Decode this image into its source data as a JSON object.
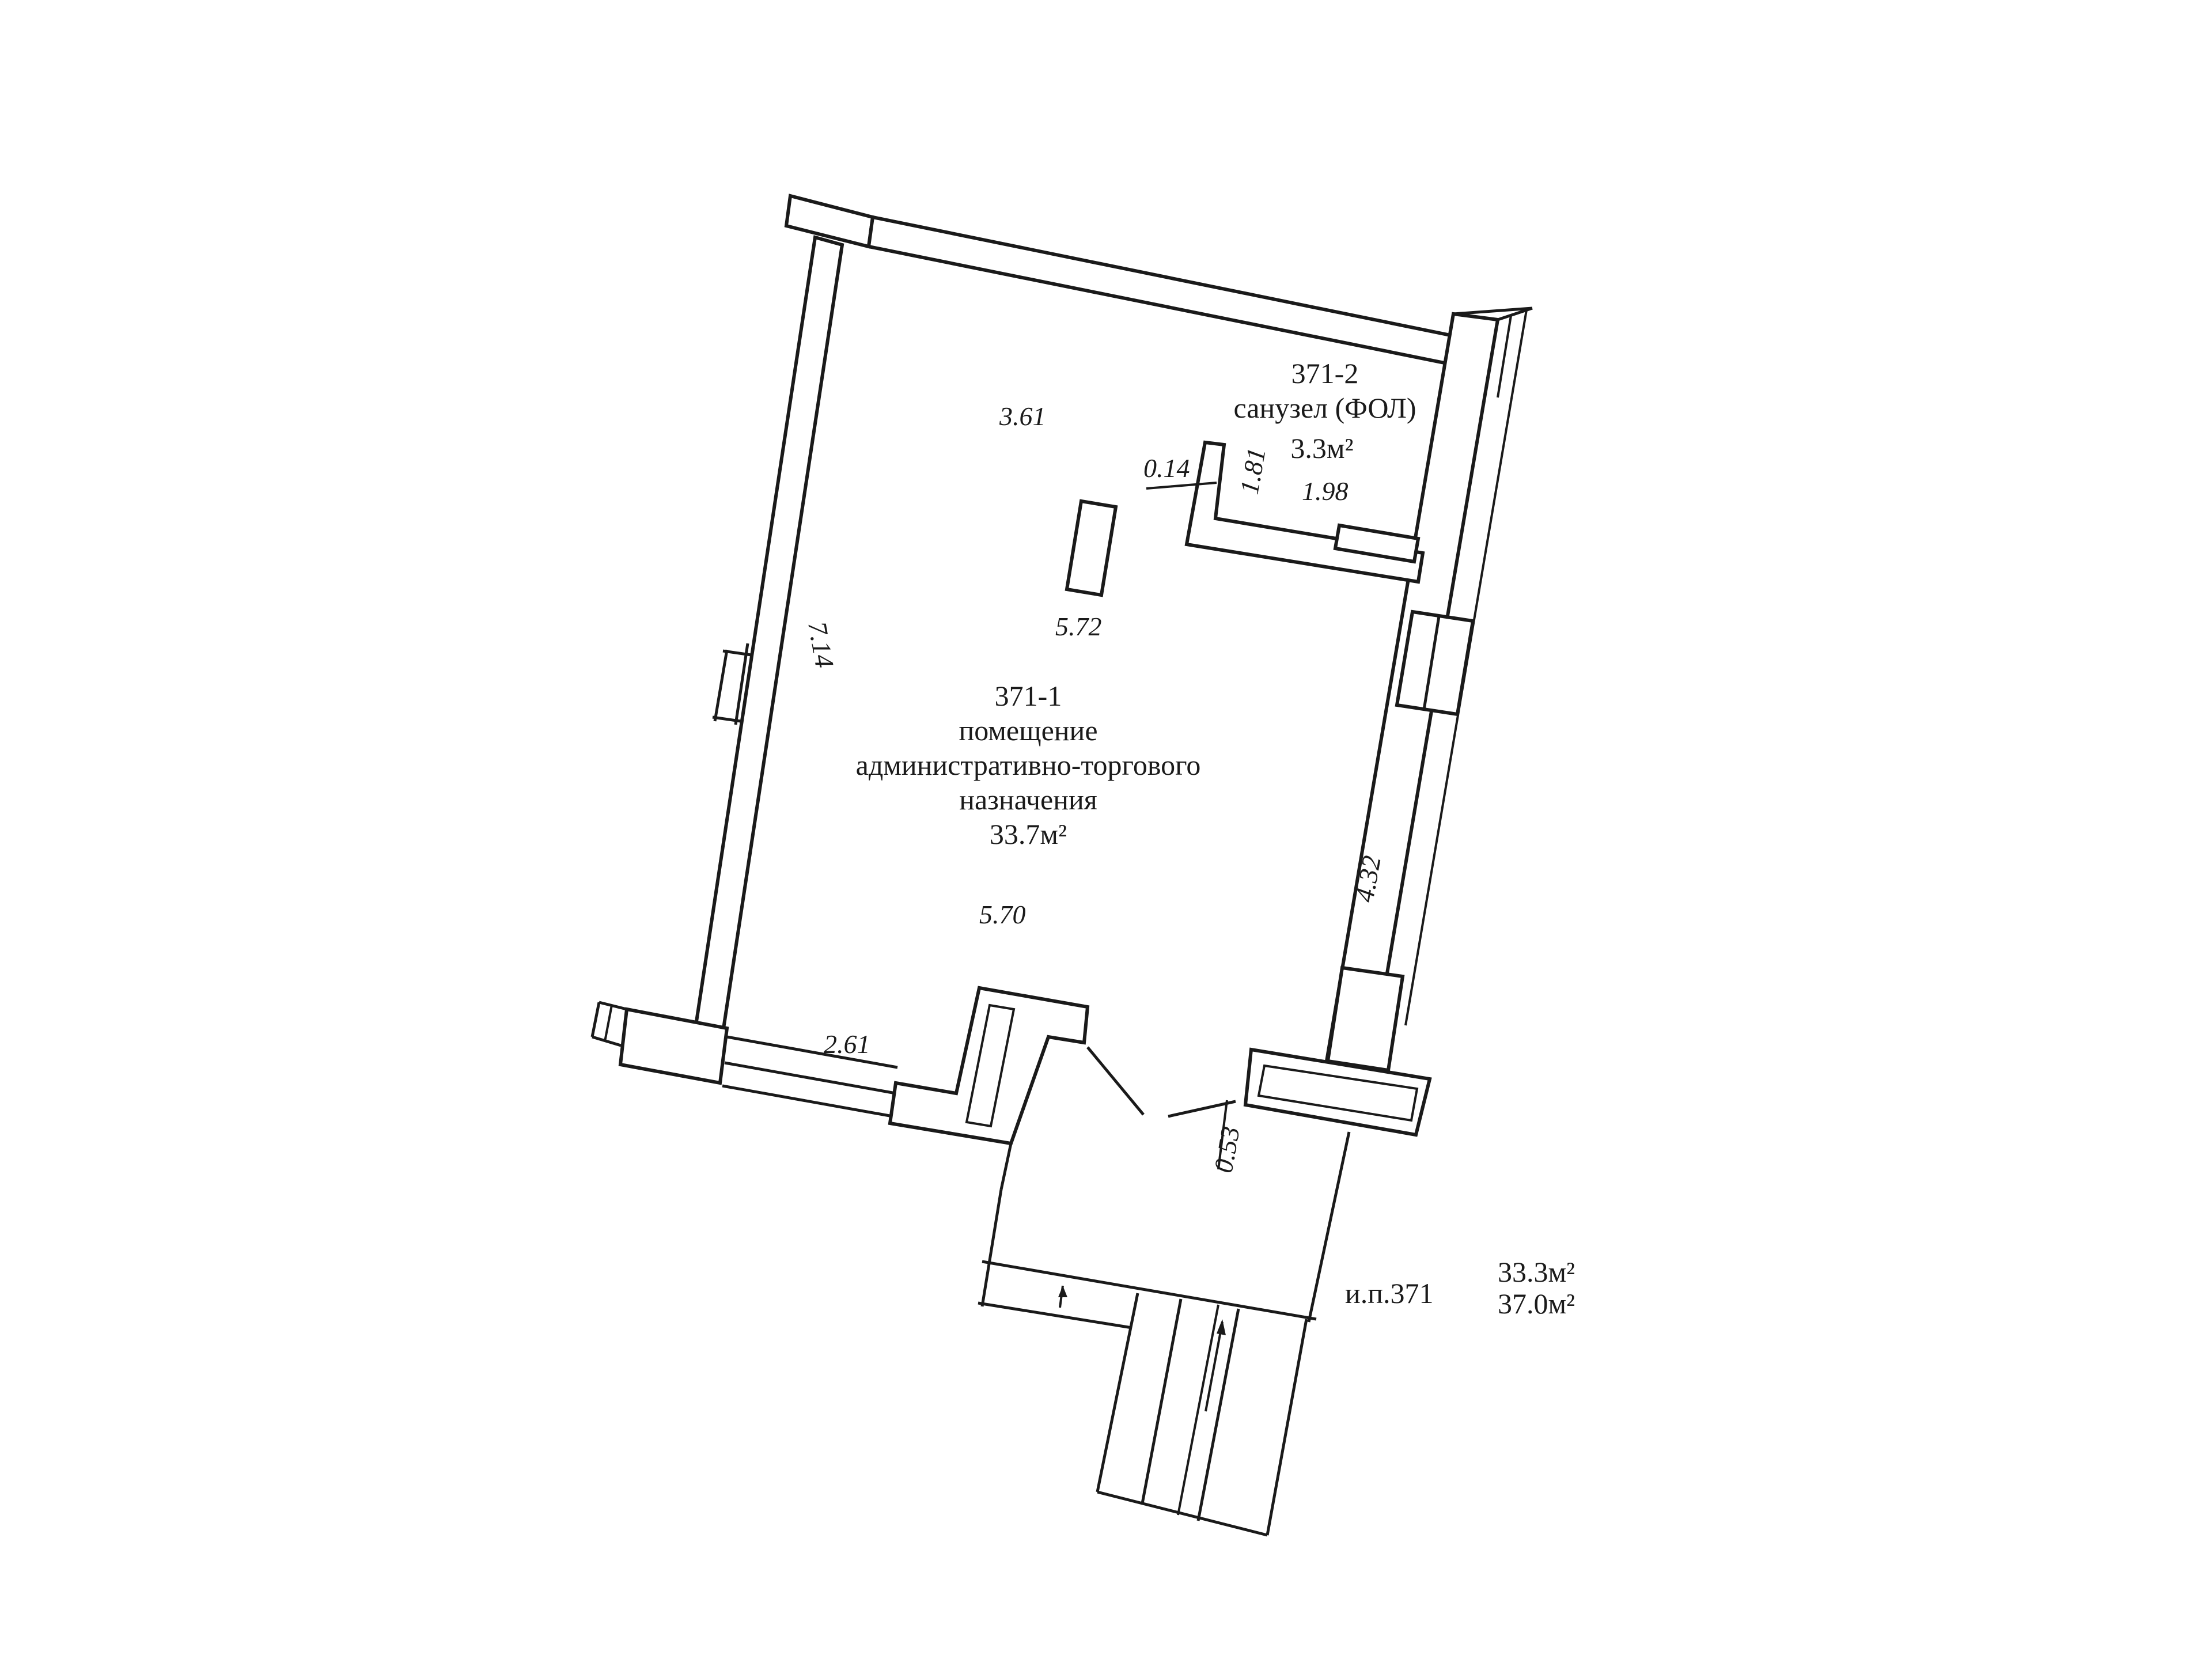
{
  "rooms": {
    "main": {
      "number": "371-1",
      "name_line1": "помещение",
      "name_line2": "административно-торгового",
      "name_line3": "назначения",
      "area": "33.7м²"
    },
    "wc": {
      "number": "371-2",
      "name": "санузел (ФОЛ)",
      "area": "3.3м²"
    }
  },
  "dimensions": {
    "top_width": "3.61",
    "left_length": "7.14",
    "column_width": "5.72",
    "bottom_width": "5.70",
    "right_length": "4.32",
    "front_left": "2.61",
    "door_offset": "0.53",
    "partition_thickness": "0.14",
    "wc_length": "1.81",
    "wc_width": "1.98"
  },
  "summary": {
    "label": "и.п.371",
    "area_living": "33.3м²",
    "area_total": "37.0м²"
  }
}
